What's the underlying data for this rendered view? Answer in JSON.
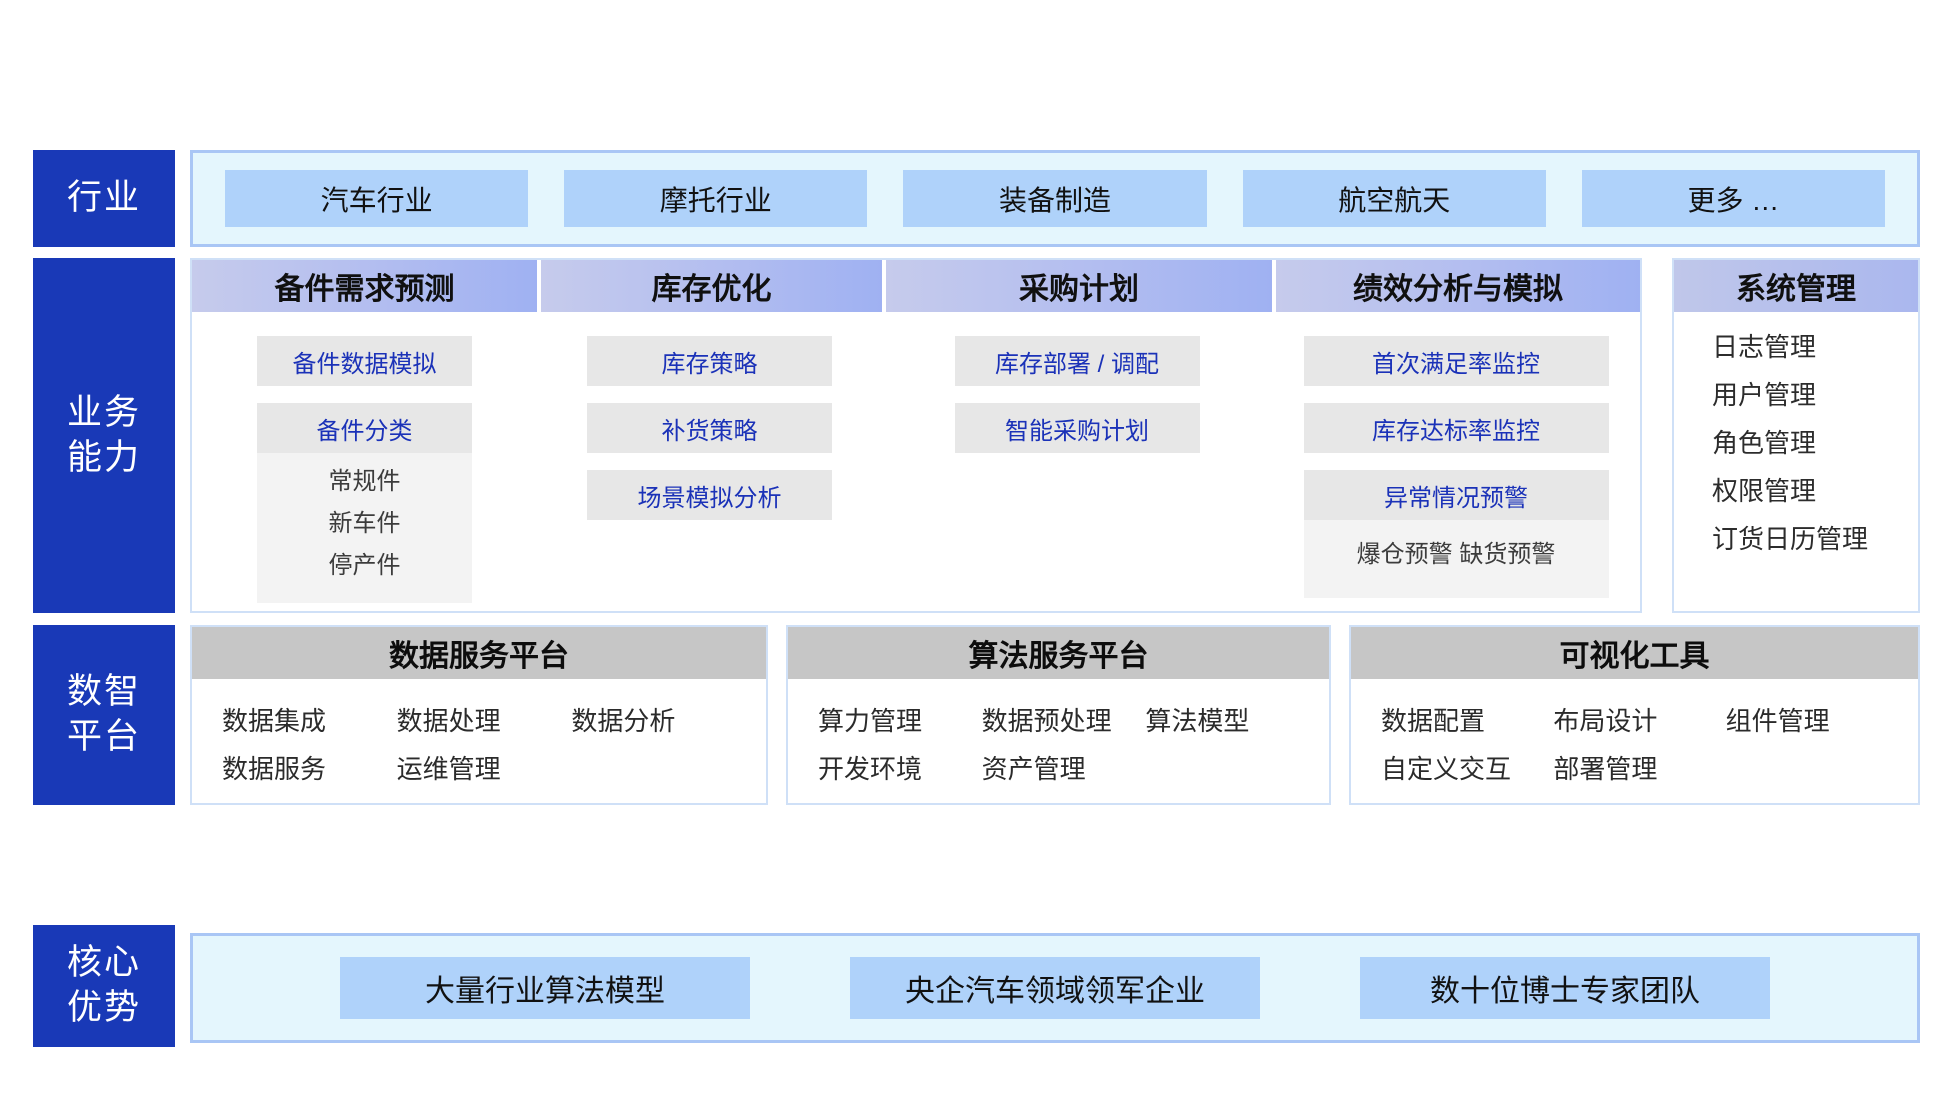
{
  "rows": {
    "industry": {
      "label": "行业"
    },
    "business": {
      "label": "业务\n能力",
      "line1": "业务",
      "line2": "能力"
    },
    "platform": {
      "label": "数智\n平台",
      "line1": "数智",
      "line2": "平台"
    },
    "advantage": {
      "line1": "核心",
      "line2": "优势"
    }
  },
  "industry": {
    "chips": [
      {
        "label": "汽车行业"
      },
      {
        "label": "摩托行业"
      },
      {
        "label": "装备制造"
      },
      {
        "label": "航空航天"
      },
      {
        "label": "更多 …"
      }
    ]
  },
  "business": {
    "columns": [
      {
        "title": "备件需求预测",
        "items": [
          {
            "label": "备件数据模拟"
          },
          {
            "label": "备件分类"
          }
        ],
        "subitems": [
          "常规件",
          "新车件",
          "停产件"
        ]
      },
      {
        "title": "库存优化",
        "items": [
          {
            "label": "库存策略"
          },
          {
            "label": "补货策略"
          },
          {
            "label": "场景模拟分析"
          }
        ],
        "subitems": []
      },
      {
        "title": "采购计划",
        "items": [
          {
            "label": "库存部署 / 调配"
          },
          {
            "label": "智能采购计划"
          }
        ],
        "subitems": []
      },
      {
        "title": "绩效分析与模拟",
        "items": [
          {
            "label": "首次满足率监控"
          },
          {
            "label": "库存达标率监控"
          },
          {
            "label": "异常情况预警"
          }
        ],
        "subitems": [
          "爆仓预警  缺货预警"
        ]
      }
    ],
    "system": {
      "title": "系统管理",
      "items": [
        "日志管理",
        "用户管理",
        "角色管理",
        "权限管理",
        "订货日历管理"
      ]
    }
  },
  "platform": {
    "cards": [
      {
        "title": "数据服务平台",
        "items": [
          "数据集成",
          "数据处理",
          "数据分析",
          "数据服务",
          "运维管理"
        ]
      },
      {
        "title": "算法服务平台",
        "items": [
          "算力管理",
          "数据预处理",
          "算法模型",
          "开发环境",
          "资产管理"
        ]
      },
      {
        "title": "可视化工具",
        "items": [
          "数据配置",
          "布局设计",
          "组件管理",
          "自定义交互",
          "部署管理"
        ]
      }
    ]
  },
  "advantage": {
    "chips": [
      {
        "label": "大量行业算法模型"
      },
      {
        "label": "央企汽车领域领军企业"
      },
      {
        "label": "数十位博士专家团队"
      }
    ]
  },
  "colors": {
    "brand_blue": "#1939b7",
    "chip_blue": "#afd2fa",
    "panel_light": "#e4f6fd",
    "panel_border": "#a9c6f5",
    "header_gradient_start": "#c6cbec",
    "header_gradient_end": "#9fb1f2",
    "item_gray": "#e7e7e7",
    "item_text_blue": "#1b32b8",
    "platform_head_gray": "#c6c6c6"
  }
}
